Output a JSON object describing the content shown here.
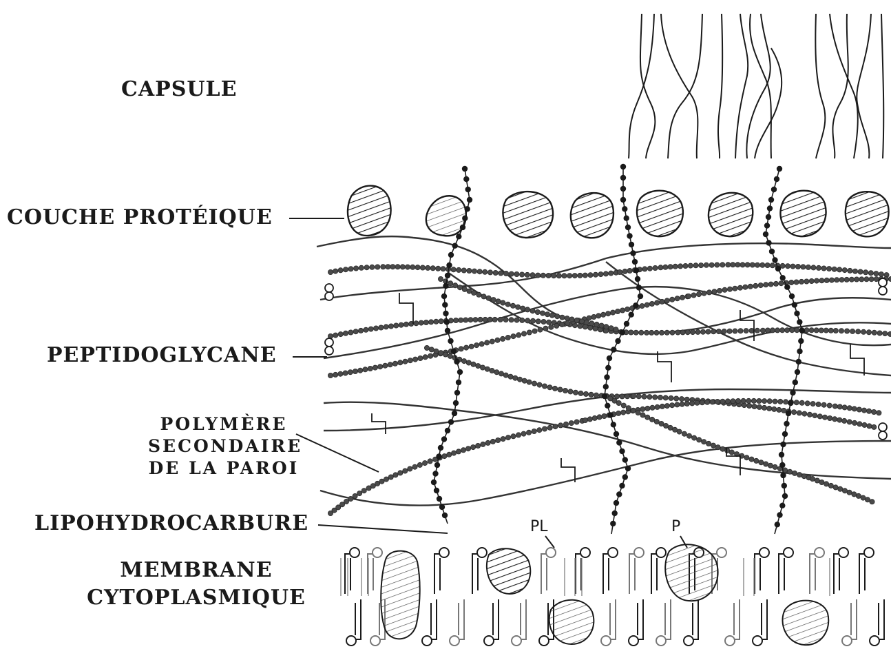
{
  "labels": {
    "capsule": "CAPSULE",
    "couche_proteique": "COUCHE PROTÉIQUE",
    "peptidoglycane": "PEPTIDOGLYCANE",
    "polymere_line1": "POLYMÈRE",
    "polymere_line2": "SECONDAIRE",
    "polymere_line3": "DE LA PAROI",
    "lipohydrocarbure": "LIPOHYDROCARBURE",
    "membrane_line1": "MEMBRANE",
    "membrane_line2": "CYTOPLASMIQUE",
    "tag_pl": "PL",
    "tag_p": "P"
  },
  "colors": {
    "ink": "#1a1a1a",
    "bead": "#444444",
    "paper": "#ffffff"
  }
}
